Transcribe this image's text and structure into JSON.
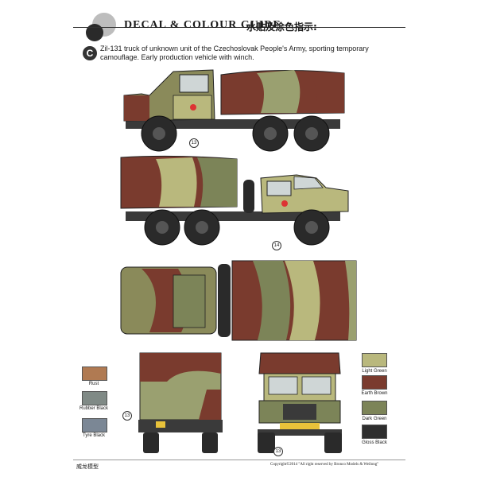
{
  "header": {
    "title": "DECAL & COLOUR GUIDE",
    "title_cn": "水贴及涂色指示:"
  },
  "profile": {
    "badge": "C",
    "description": "Zil-131 truck of unknown unit of the Czechoslovak People's Army, sporting temporary camouflage. Early production vehicle with winch."
  },
  "callouts": {
    "side_left": "13",
    "side_right": "14",
    "rear": "13",
    "front": "13"
  },
  "colors": {
    "rust": "#b07a52",
    "rubber_black": "#808a86",
    "tyre_black": "#7b8795",
    "light_green": "#b9b87d",
    "earth_brown": "#7a3b2e",
    "dark_green": "#7c8458",
    "gloss_black": "#2e2e2e"
  },
  "legend_left": [
    {
      "label": "Rust",
      "color": "#b07a52"
    },
    {
      "label": "Rubber Black",
      "color": "#808a86"
    },
    {
      "label": "Tyre Black",
      "color": "#7b8795"
    }
  ],
  "legend_right": [
    {
      "label": "Light Green",
      "color": "#b9b87d"
    },
    {
      "label": "Earth Brown",
      "color": "#7a3b2e"
    },
    {
      "label": "Dark Green",
      "color": "#7c8458"
    },
    {
      "label": "Gloss Black",
      "color": "#2e2e2e"
    }
  ],
  "footer": {
    "left": "威龙模型",
    "right": "Copyright©2014 \"All right reserved by Bronco Models & Weilong\""
  }
}
